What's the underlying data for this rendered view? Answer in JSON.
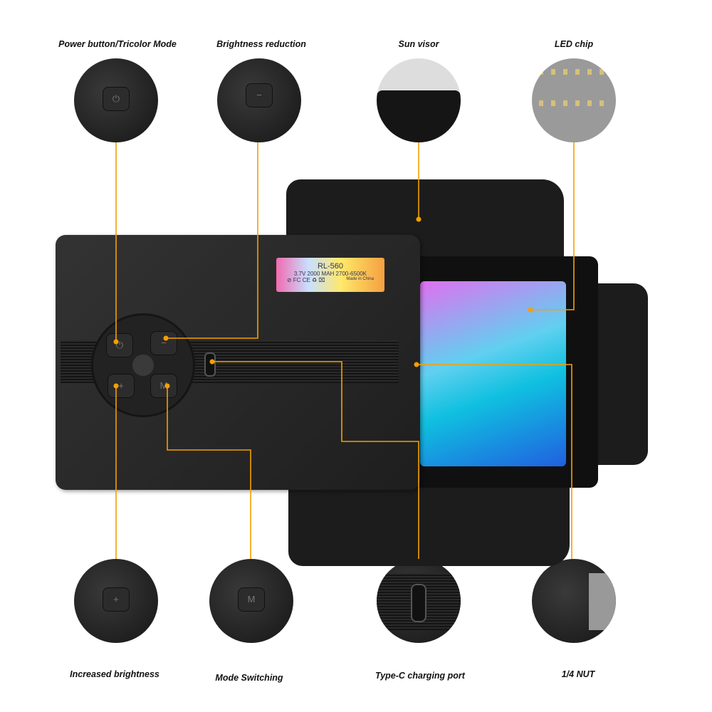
{
  "callouts": {
    "power": "Power button/Tricolor Mode",
    "brightness_down": "Brightness reduction",
    "sun_visor": "Sun visor",
    "led_chip": "LED chip",
    "brightness_up": "Increased brightness",
    "mode": "Mode Switching",
    "typec": "Type-C charging port",
    "nut": "1/4 NUT"
  },
  "sticker": {
    "model": "RL-560",
    "spec": "3.7V 2000 MAH  2700-6500K",
    "certs": "⊘ FC CE ♻ ⌧",
    "origin": "Made in China"
  },
  "buttons": {
    "power": "⏻",
    "minus": "−",
    "plus": "+",
    "mode": "M"
  },
  "colors": {
    "accent": "#f5a000"
  }
}
